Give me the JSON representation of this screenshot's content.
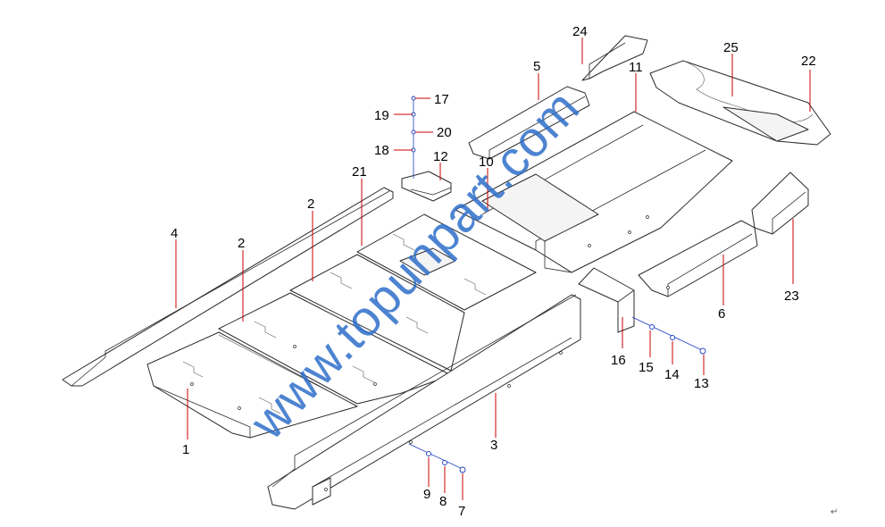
{
  "watermark": "www.topunpart.com",
  "callouts": {
    "c1": "1",
    "c2a": "2",
    "c2b": "2",
    "c3": "3",
    "c4": "4",
    "c5": "5",
    "c6": "6",
    "c7": "7",
    "c8": "8",
    "c9": "9",
    "c10": "10",
    "c11": "11",
    "c12": "12",
    "c13": "13",
    "c14": "14",
    "c15": "15",
    "c16": "16",
    "c17": "17",
    "c18": "18",
    "c19": "19",
    "c20": "20",
    "c21": "21",
    "c22": "22",
    "c23": "23",
    "c24": "24",
    "c25": "25"
  },
  "corner_mark": "↵",
  "colors": {
    "leader": "#cc0000",
    "axis": "#1f3fbf",
    "watermark": "#2f6fc9"
  }
}
